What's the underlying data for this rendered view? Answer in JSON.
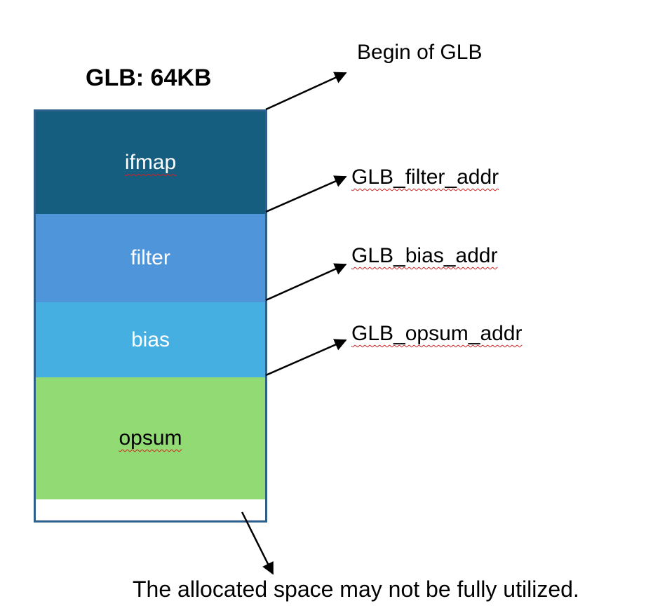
{
  "title": "GLB: 64KB",
  "segments": [
    {
      "label": "ifmap",
      "color": "#165E80",
      "text_color": "#ffffff",
      "spell_flag": true
    },
    {
      "label": "filter",
      "color": "#4E95D9",
      "text_color": "#ffffff",
      "spell_flag": false
    },
    {
      "label": "bias",
      "color": "#44AFE0",
      "text_color": "#ffffff",
      "spell_flag": false
    },
    {
      "label": "opsum",
      "color": "#92DB74",
      "text_color": "#000000",
      "spell_flag": true
    }
  ],
  "pointers": {
    "begin": "Begin of GLB",
    "filter_addr": "GLB_filter_addr",
    "bias_addr": "GLB_bias_addr",
    "opsum_addr": "GLB_opsum_addr"
  },
  "footnote": "The allocated space may not be fully utilized.",
  "colors": {
    "border": "#2E5F8A",
    "spellcheck_underline": "#d02020"
  }
}
